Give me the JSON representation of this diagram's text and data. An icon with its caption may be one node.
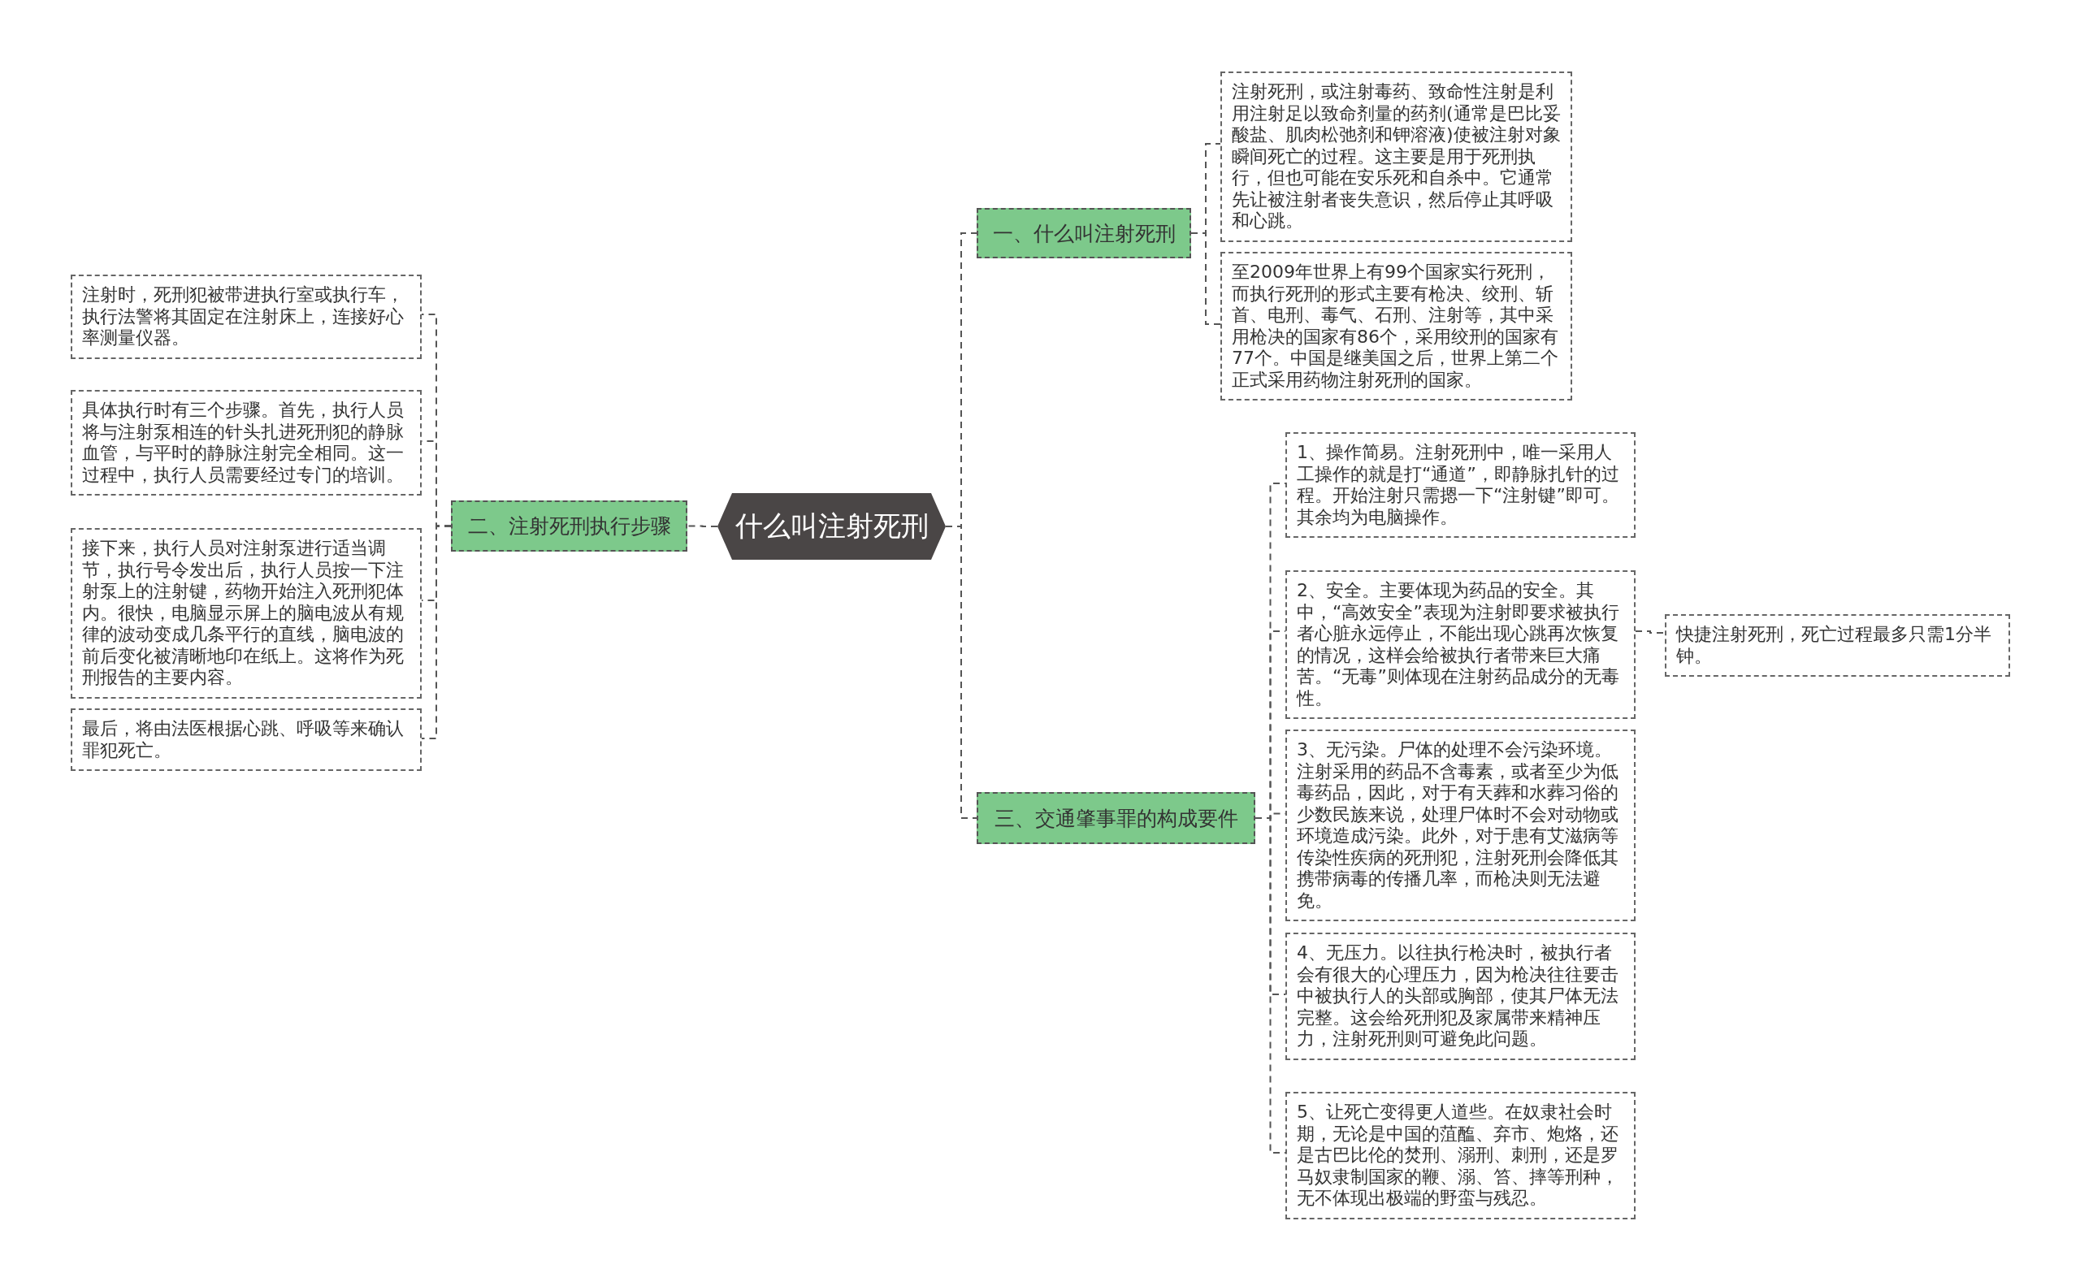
{
  "diagram": {
    "nodes": [
      {
        "text": [
          "什么叫注射死刑"
        ]
      },
      {
        "text": [
          "一、什么叫注射死刑"
        ]
      },
      {
        "text": [
          "注射死刑，或注射毒药、致命性注射是利用注射足以致命剂量的药剂(通常是巴比妥酸盐、肌肉松弛剂和钾溶液)使被注射对象瞬间死亡的过程。这主要是用于死刑执行，但也可能在安乐死和自杀中。它通常先让被注射者丧失意识，然后停止其呼吸和心跳。"
        ]
      },
      {
        "text": [
          "至2009年世界上有99个国家实行死刑，而执行死刑的形式主要有枪决、绞刑、斩首、电刑、毒气、石刑、注射等，其中采用枪决的国家有86个，采用绞刑的国家有77个。中国是继美国之后，世界上第二个正式采用药物注射死刑的国家。"
        ]
      },
      {
        "text": [
          "二、注射死刑执行步骤"
        ]
      },
      {
        "text": [
          "注射时，死刑犯被带进执行室或执行车，执行法警将其固定在注射床上，连接好心率测量仪器。"
        ]
      },
      {
        "text": [
          "具体执行时有三个步骤。首先，执行人员将与注射泵相连的针头扎进死刑犯的静脉血管，与平时的静脉注射完全相同。这一过程中，执行人员需要经过专门的培训。"
        ]
      },
      {
        "text": [
          "接下来，执行人员对注射泵进行适当调节，执行号令发出后，执行人员按一下注射泵上的注射键，药物开始注入死刑犯体内。很快，电脑显示屏上的脑电波从有规律的波动变成几条平行的直线，脑电波的前后变化被清晰地印在纸上。这将作为死刑报告的主要内容。"
        ]
      },
      {
        "text": [
          "最后，将由法医根据心跳、呼吸等来确认罪犯死亡。"
        ]
      },
      {
        "text": [
          "三、交通肇事罪的构成要件"
        ]
      },
      {
        "text": [
          "1、操作简易。注射死刑中，唯一采用人工操作的就是打“通道”，即静脉扎针的过程。开始注射只需摁一下“注射键”即可。其余均为电脑操作。"
        ]
      },
      {
        "text": [
          "2、安全。主要体现为药品的安全。其中，“高效安全”表现为注射即要求被执行者心脏永远停止，不能出现心跳再次恢复的情况，这样会给被执行者带来巨大痛苦。“无毒”则体现在注射药品成分的无毒性。"
        ]
      },
      {
        "text": [
          "快捷注射死刑，死亡过程最多只需1分半钟。"
        ]
      },
      {
        "text": [
          "3、无污染。尸体的处理不会污染环境。注射采用的药品不含毒素，或者至少为低毒药品，因此，对于有天葬和水葬习俗的少数民族来说，处理尸体时不会对动物或环境造成污染。此外，对于患有艾滋病等传染性疾病的死刑犯，注射死刑会降低其携带病毒的传播几率，而枪决则无法避免。"
        ]
      },
      {
        "text": [
          "4、无压力。以往执行枪决时，被执行者会有很大的心理压力，因为枪决往往要击中被执行人的头部或胸部，使其尸体无法完整。这会给死刑犯及家属带来精神压力，注射死刑则可避免此问题。"
        ]
      },
      {
        "text": [
          "5、让死亡变得更人道些。在奴隶社会时期，无论是中国的菹醢、弃市、炮烙，还是古巴比伦的焚刑、溺刑、刺刑，还是罗马奴隶制国家的鞭、溺、笞、摔等刑种，无不体现出极端的野蛮与残忍。"
        ]
      }
    ],
    "edges": [
      {
        "from": 0,
        "to": 1,
        "arrow": "none"
      },
      {
        "from": 1,
        "to": 2,
        "arrow": "none"
      },
      {
        "from": 1,
        "to": 3,
        "arrow": "none"
      },
      {
        "from": 0,
        "to": 4,
        "arrow": "none"
      },
      {
        "from": 4,
        "to": 5,
        "arrow": "none"
      },
      {
        "from": 4,
        "to": 6,
        "arrow": "none"
      },
      {
        "from": 4,
        "to": 7,
        "arrow": "none"
      },
      {
        "from": 4,
        "to": 8,
        "arrow": "none"
      },
      {
        "from": 0,
        "to": 9,
        "arrow": "none"
      },
      {
        "from": 9,
        "to": 10,
        "arrow": "none"
      },
      {
        "from": 9,
        "to": 11,
        "arrow": "none"
      },
      {
        "from": 11,
        "to": 12,
        "arrow": "none"
      },
      {
        "from": 9,
        "to": 13,
        "arrow": "none"
      },
      {
        "from": 9,
        "to": 14,
        "arrow": "none"
      },
      {
        "from": 9,
        "to": 15,
        "arrow": "none"
      }
    ]
  }
}
